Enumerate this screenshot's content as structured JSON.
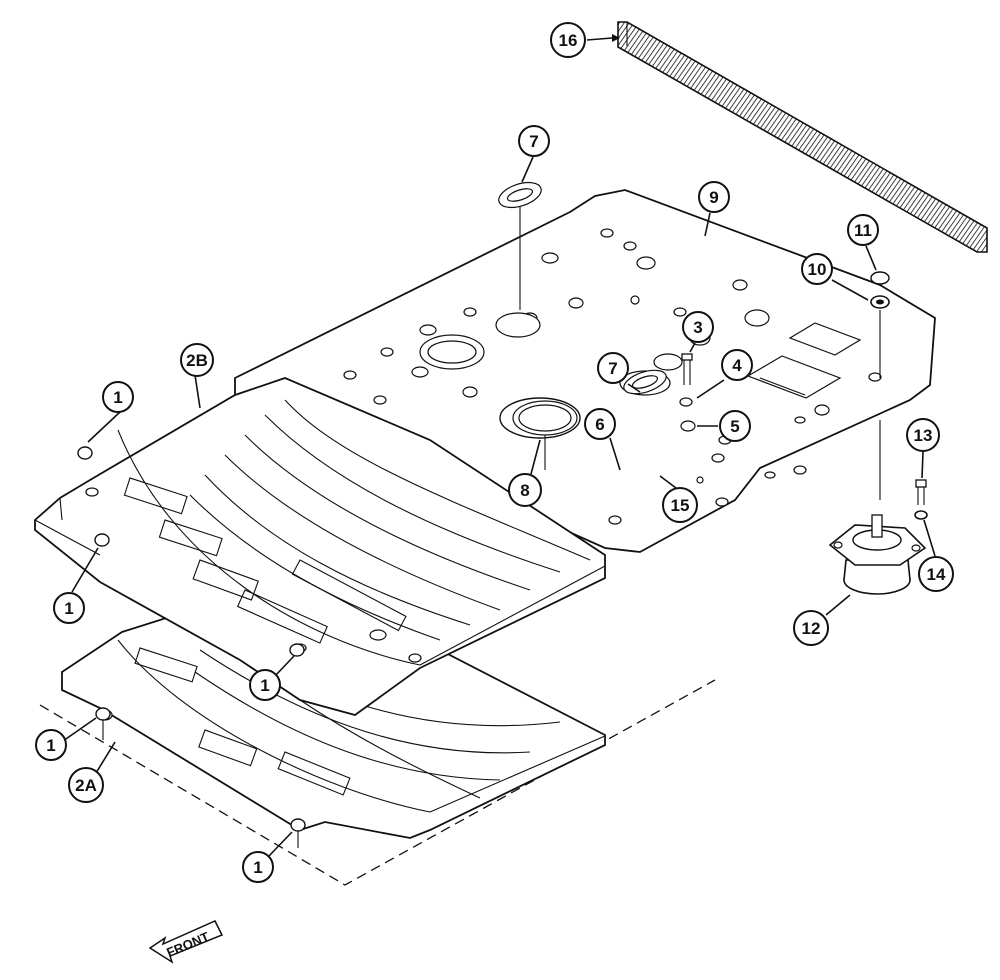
{
  "diagram": {
    "callouts": {
      "c1a": "1",
      "c1b": "1",
      "c1c": "1",
      "c1d": "1",
      "c1e": "1",
      "c2A": "2A",
      "c2B": "2B",
      "c3": "3",
      "c4": "4",
      "c5": "5",
      "c6": "6",
      "c7a": "7",
      "c7b": "7",
      "c8": "8",
      "c9": "9",
      "c10": "10",
      "c11": "11",
      "c12": "12",
      "c13": "13",
      "c14": "14",
      "c15": "15",
      "c16": "16"
    },
    "front_label": "FRONT"
  }
}
